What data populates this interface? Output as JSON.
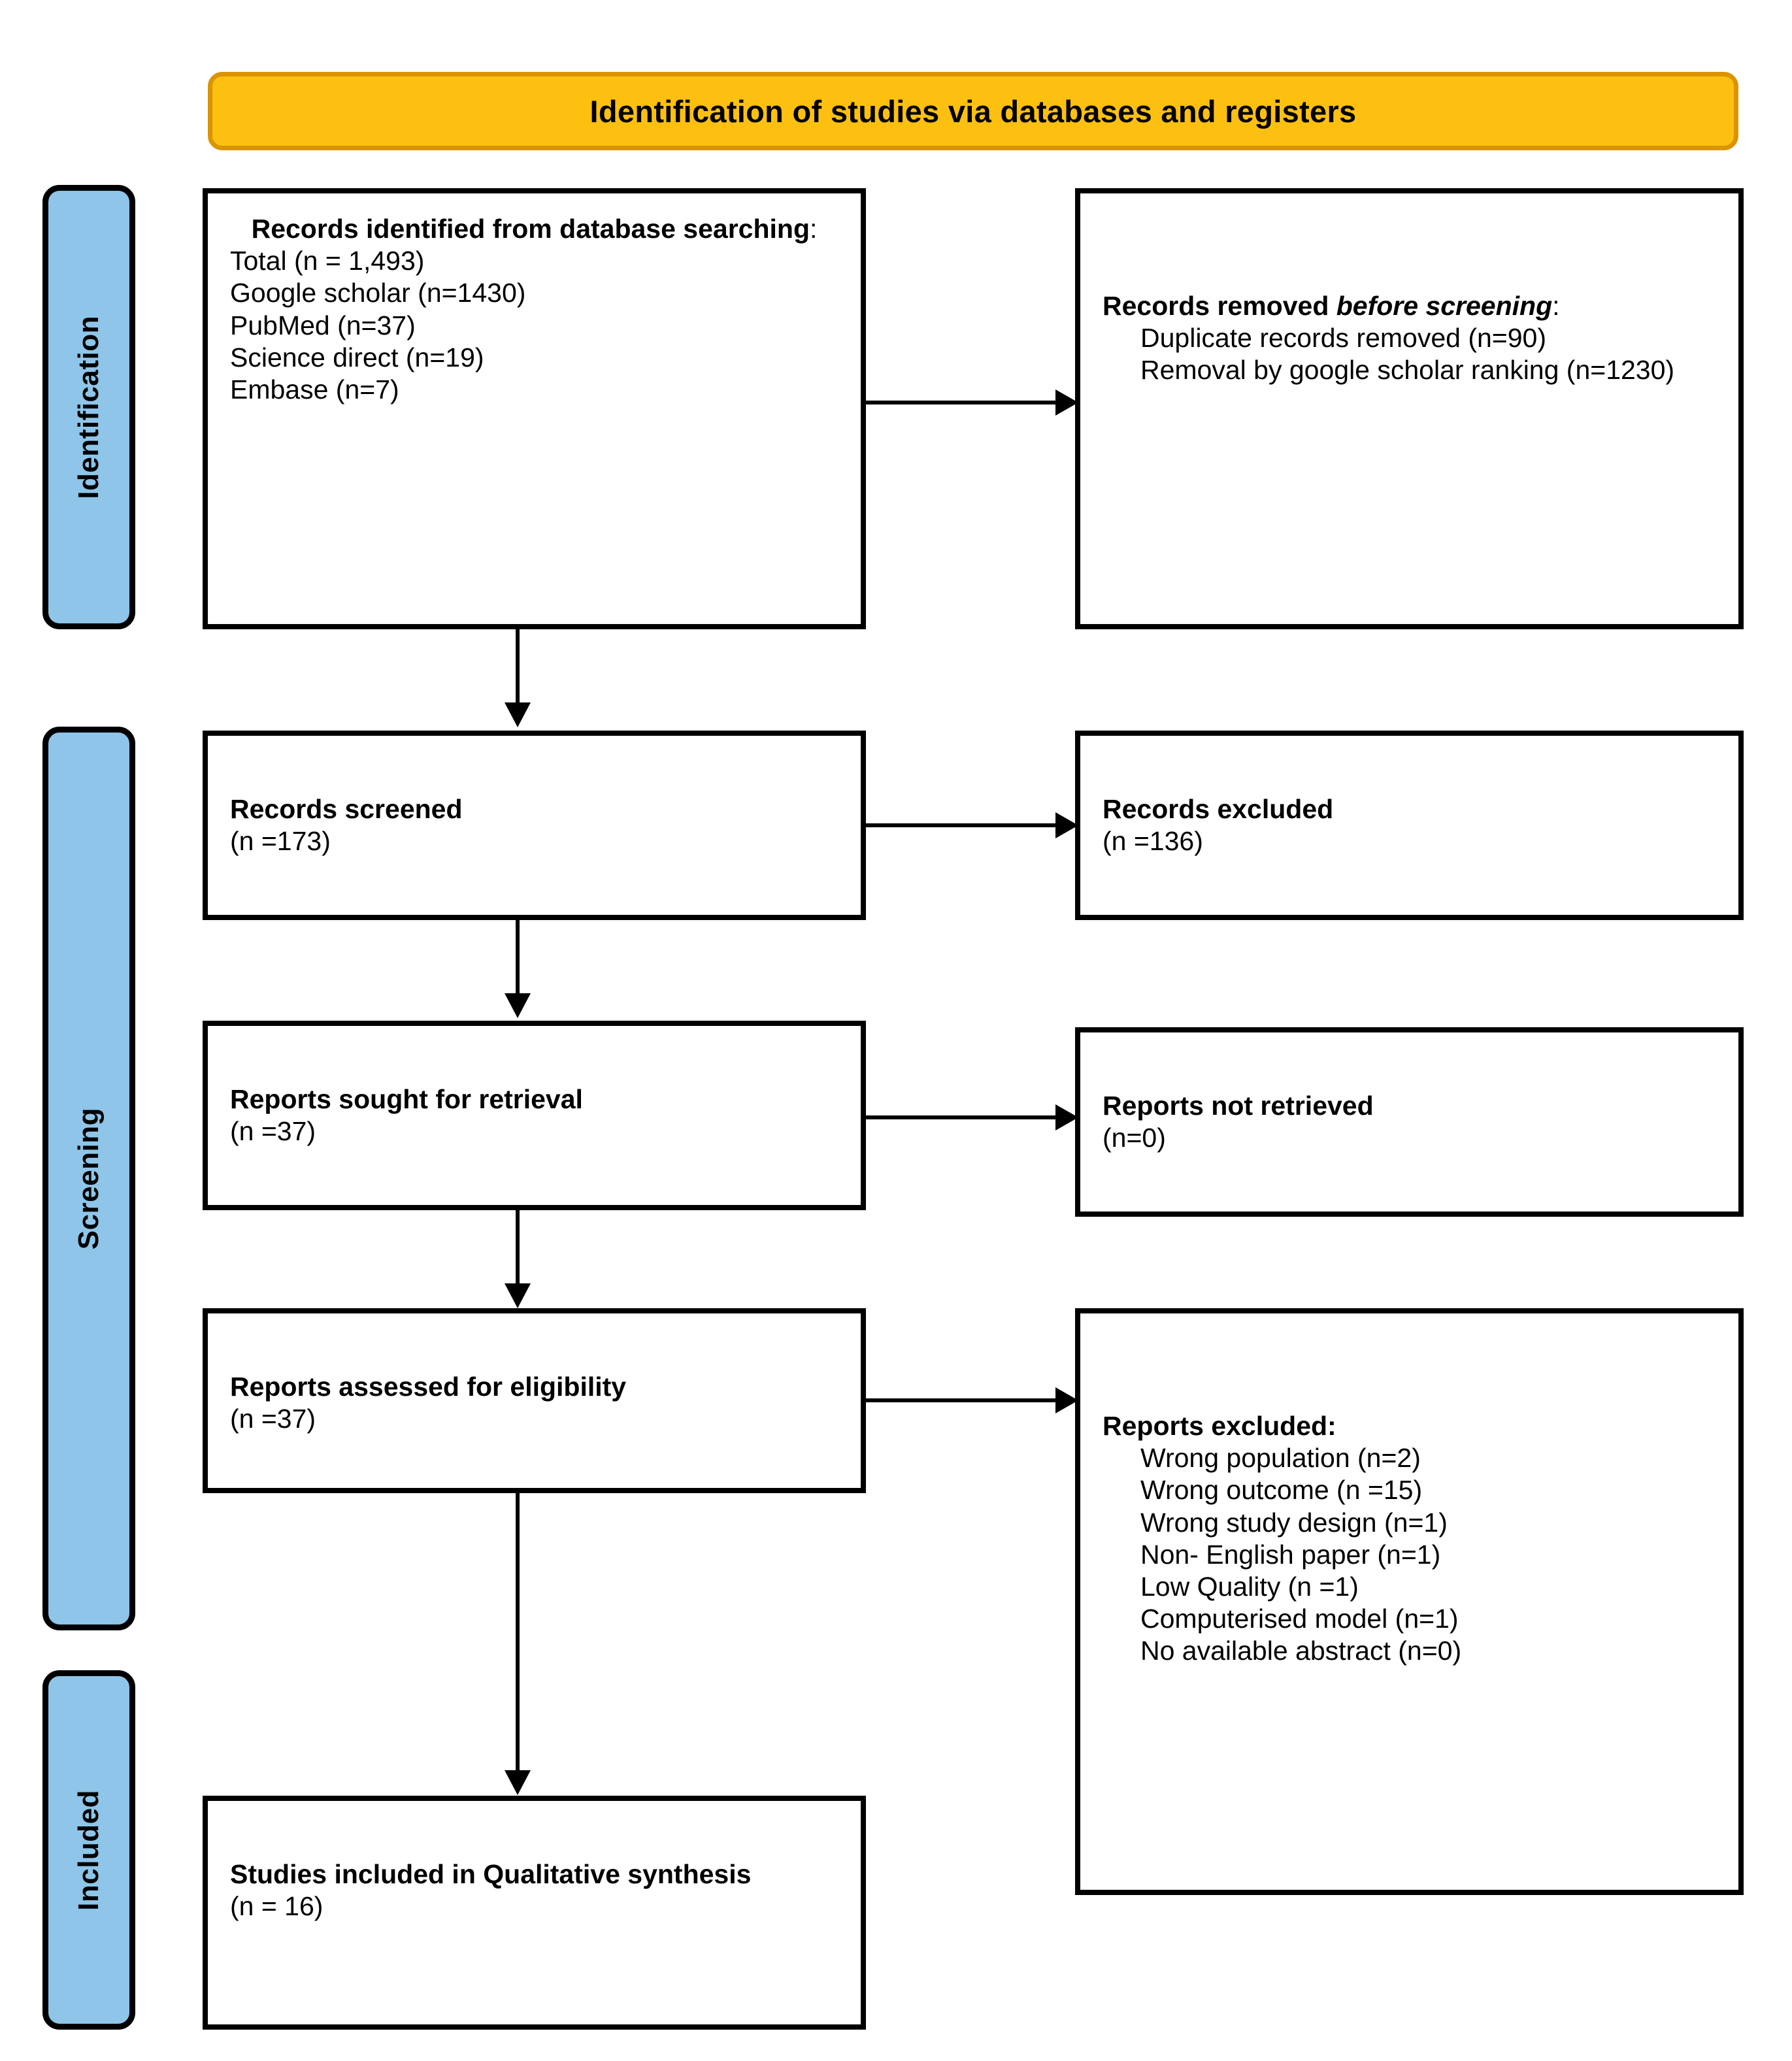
{
  "banner": {
    "title": "Identification of studies via databases and registers",
    "fill_color": "#FDC010",
    "border_color": "#D99400"
  },
  "phases": [
    {
      "label": "Identification",
      "color": "#8EC5E8"
    },
    {
      "label": "Screening",
      "color": "#8EC5E8"
    },
    {
      "label": "Included",
      "color": "#8EC5E8"
    }
  ],
  "boxes": {
    "identified": {
      "heading_bold": "Records identified from database searching",
      "heading_suffix": ":",
      "lines": [
        "Total (n = 1,493)",
        "Google scholar (n=1430)",
        "PubMed (n=37)",
        "Science direct (n=19)",
        "Embase (n=7)"
      ]
    },
    "removed": {
      "heading_bold": "Records removed ",
      "heading_bold_italic": "before screening",
      "heading_suffix": ":",
      "lines": [
        "Duplicate records removed (n=90)",
        "Removal by google scholar ranking (n=1230)"
      ]
    },
    "screened": {
      "heading_bold": "Records screened",
      "count": "(n =173)"
    },
    "excluded_records": {
      "heading_bold": "Records excluded",
      "count": "(n =136)"
    },
    "sought": {
      "heading_bold": "Reports sought for retrieval",
      "count": "(n =37)"
    },
    "not_retrieved": {
      "heading_bold": "Reports not retrieved",
      "count": "(n=0)"
    },
    "assessed": {
      "heading_bold": "Reports assessed for eligibility",
      "count": "(n =37)"
    },
    "reports_excluded": {
      "heading_bold": "Reports excluded:",
      "reasons": [
        "Wrong population (n=2)",
        "Wrong outcome (n =15)",
        "Wrong study design (n=1)",
        "Non- English paper (n=1)",
        "Low Quality (n =1)",
        "Computerised model (n=1)",
        "No available abstract (n=0)"
      ]
    },
    "included": {
      "heading_bold": "Studies included in Qualitative synthesis",
      "count": "(n = 16)"
    }
  }
}
